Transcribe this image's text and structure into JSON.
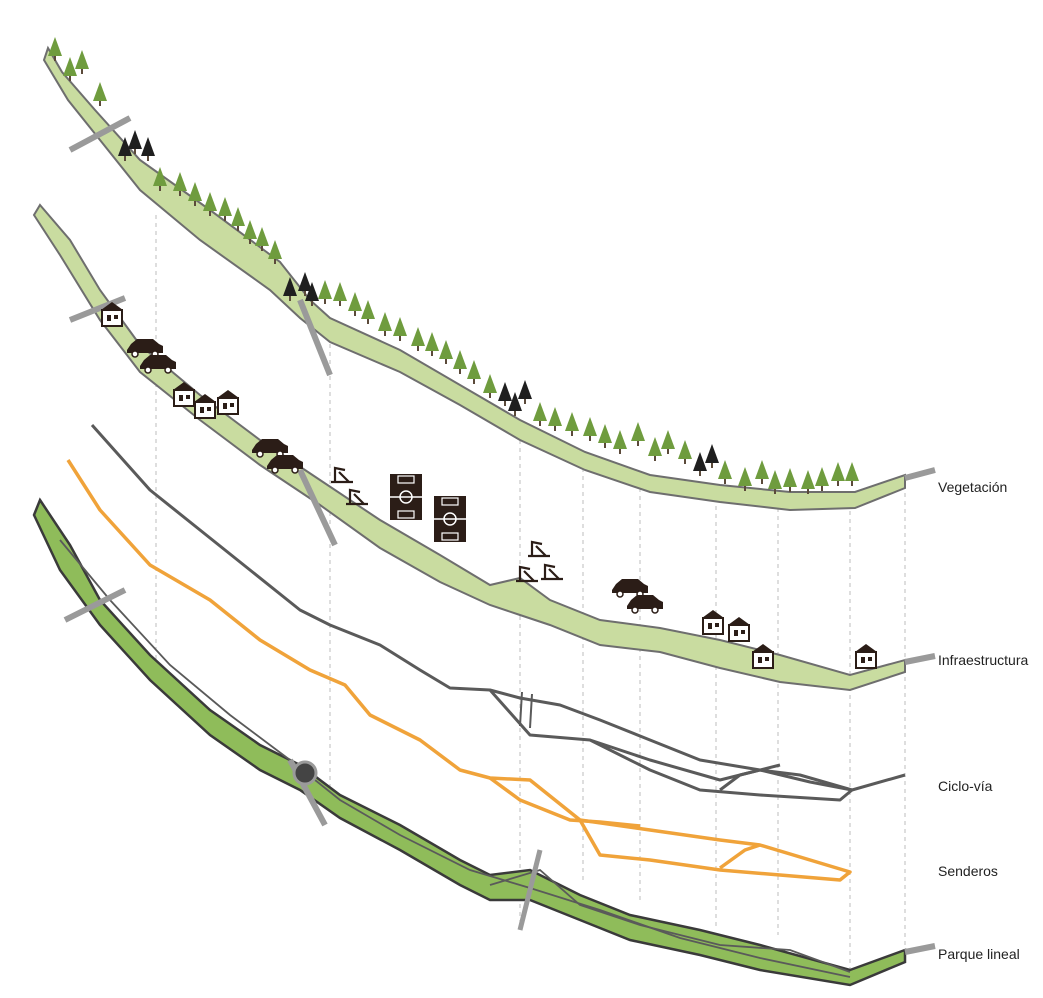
{
  "layers": [
    {
      "id": "vegetacion",
      "label": "Vegetación"
    },
    {
      "id": "infraestructura",
      "label": "Infraestructura"
    },
    {
      "id": "ciclovia",
      "label": "Ciclo-vía"
    },
    {
      "id": "senderos",
      "label": "Senderos"
    },
    {
      "id": "parque",
      "label": "Parque lineal"
    }
  ],
  "colors": {
    "park_fill": "#c9dca0",
    "park_fill_dark": "#8fbc5a",
    "edge_line": "#6e6e6e",
    "ciclovia": "#5a5a5a",
    "senderos": "#f0a33a",
    "tree": "#6f9c3e",
    "tree_dark": "#1f1f1f",
    "icon": "#2b1d17",
    "guide": "#bdbdbd"
  }
}
